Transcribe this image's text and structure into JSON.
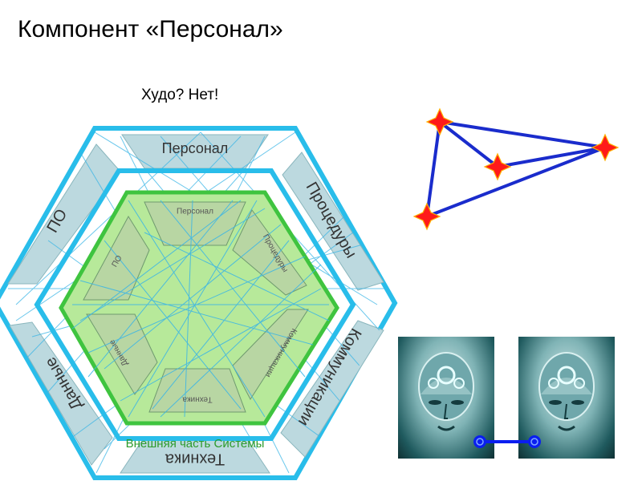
{
  "title": "Компонент «Персонал»",
  "subtitle": "Худо? Нет!",
  "outer_labels": {
    "top": "Персонал",
    "upper_right": "Процедуры",
    "lower_right": "Коммуникации",
    "bottom": "Техника",
    "lower_left": "Данные",
    "upper_left": "ПО"
  },
  "inner_labels": {
    "top": "Персонал",
    "upper_right": "Процедуры",
    "lower_right": "Коммуникации",
    "bottom": "Техника",
    "lower_left": "Данные",
    "upper_left": "ПО"
  },
  "external_caption": "Внешняя часть Системы",
  "colors": {
    "outer_border": "#29bdea",
    "inner_border": "#3fc43f",
    "inner_fill": "#b7e99a",
    "trapezoid": "#bcd9df",
    "inner_trapezoid": "#b8d6a3",
    "line": "#3ab5e6",
    "caption": "#2c9b2c",
    "triangle_edge": "#1a2ccc",
    "star": "#ff1a1a",
    "star_outline": "#ffb000",
    "connector": "#0a1ef0"
  },
  "icons": [
    "star-icon",
    "head-gears-icon",
    "connector-node-icon"
  ]
}
